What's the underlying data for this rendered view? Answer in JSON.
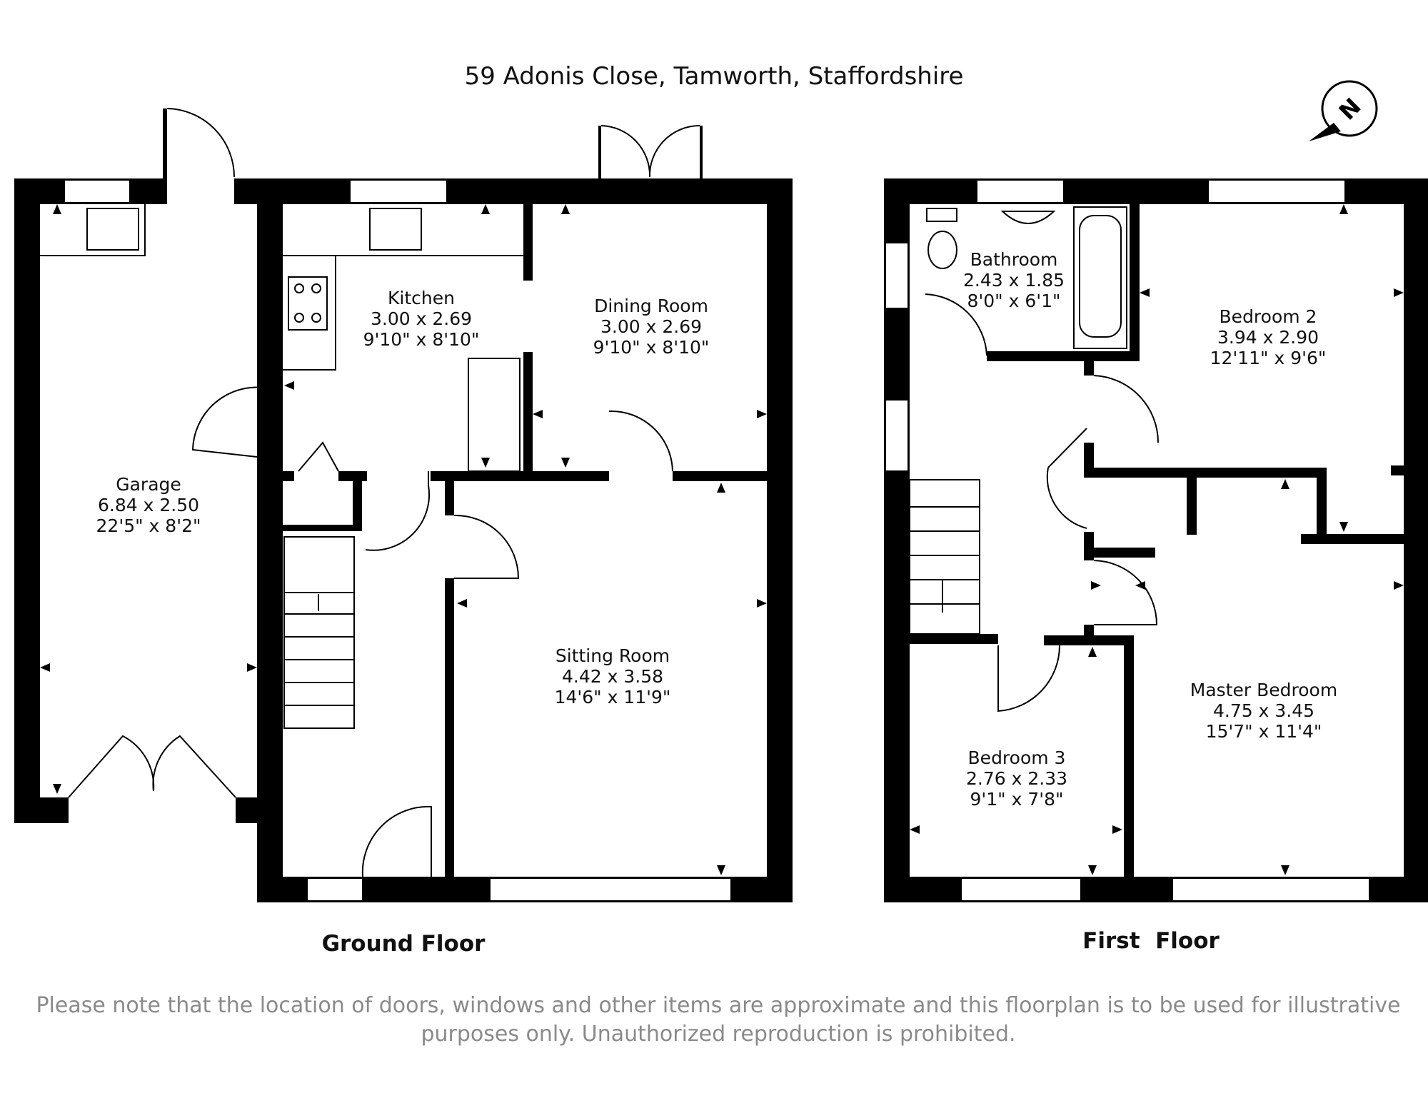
{
  "title": "59 Adonis Close, Tamworth, Staffordshire",
  "compass": {
    "icon": "north-arrow-icon",
    "letter": "N"
  },
  "ground_floor": {
    "label": "Ground Floor",
    "rooms": {
      "garage": {
        "name": "Garage",
        "metric": "6.84 x 2.50",
        "imperial": "22'5\" x 8'2\""
      },
      "kitchen": {
        "name": "Kitchen",
        "metric": "3.00 x 2.69",
        "imperial": "9'10\" x 8'10\""
      },
      "dining": {
        "name": "Dining Room",
        "metric": "3.00 x 2.69",
        "imperial": "9'10\" x 8'10\""
      },
      "sitting": {
        "name": "Sitting Room",
        "metric": "4.42 x 3.58",
        "imperial": "14'6\" x 11'9\""
      }
    }
  },
  "first_floor": {
    "label": "First  Floor",
    "rooms": {
      "bathroom": {
        "name": "Bathroom",
        "metric": "2.43 x 1.85",
        "imperial": "8'0\" x 6'1\""
      },
      "bedroom2": {
        "name": "Bedroom 2",
        "metric": "3.94 x 2.90",
        "imperial": "12'11\" x 9'6\""
      },
      "master": {
        "name": "Master Bedroom",
        "metric": "4.75 x 3.45",
        "imperial": "15'7\" x 11'4\""
      },
      "bedroom3": {
        "name": "Bedroom 3",
        "metric": "2.76 x 2.33",
        "imperial": "9'1\" x 7'8\""
      }
    }
  },
  "disclaimer": {
    "line1": "Please note that the location of doors, windows and other items are approximate and this floorplan is to be used for illustrative",
    "line2": "purposes only. Unauthorized reproduction is prohibited."
  }
}
